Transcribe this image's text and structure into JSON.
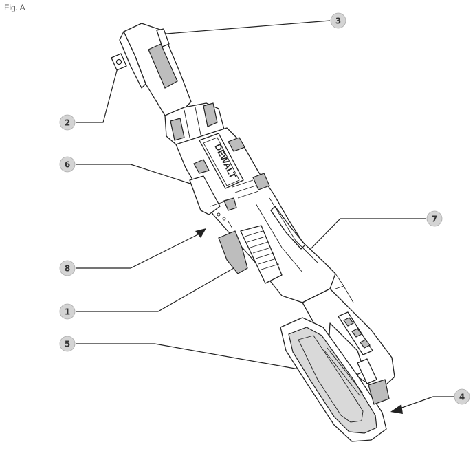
{
  "figure": {
    "label": "Fig. A"
  },
  "brand": "DEWALT",
  "callouts": [
    {
      "id": "c1",
      "number": "1"
    },
    {
      "id": "c2",
      "number": "2"
    },
    {
      "id": "c3",
      "number": "3"
    },
    {
      "id": "c4",
      "number": "4"
    },
    {
      "id": "c5",
      "number": "5"
    },
    {
      "id": "c6",
      "number": "6"
    },
    {
      "id": "c7",
      "number": "7"
    },
    {
      "id": "c8",
      "number": "8"
    }
  ],
  "colors": {
    "callout_fill": "#d4d4d4",
    "ink": "#222222",
    "shade": "#bdbdbd"
  }
}
